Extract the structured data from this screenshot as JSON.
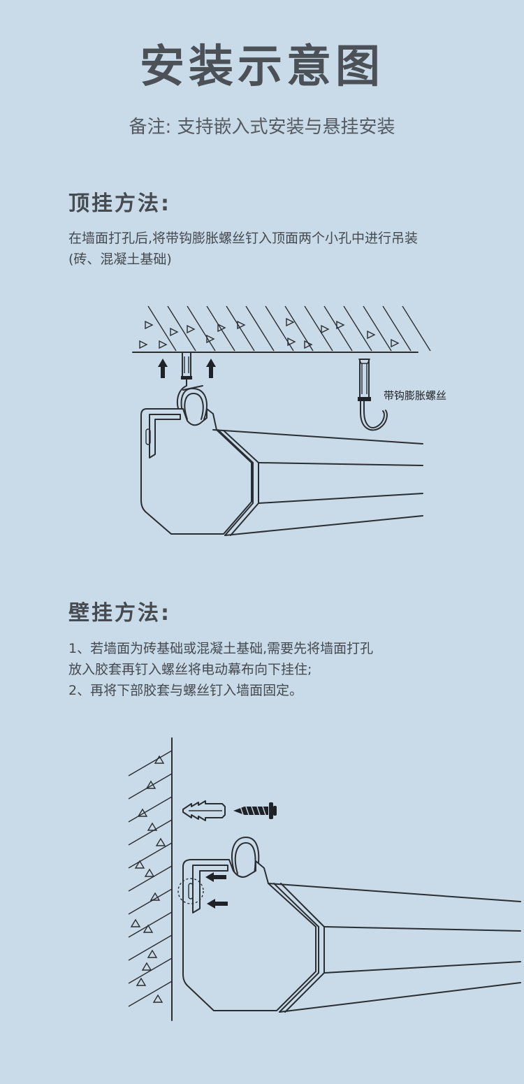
{
  "page": {
    "title": "安装示意图",
    "subtitle": "备注: 支持嵌入式安装与悬挂安装"
  },
  "ceiling": {
    "heading": "顶挂方法:",
    "lines": [
      "在墙面打孔后,将带钩膨胀螺丝钉入顶面两个小孔中进行吊装",
      "(砖、混凝土基础)"
    ],
    "hook_label": "带钩膨胀螺丝"
  },
  "wall": {
    "heading": "壁挂方法:",
    "lines": [
      "1、若墙面为砖基础或混凝土基础,需要先将墙面打孔",
      "放入胶套再钉入螺丝将电动幕布向下挂住;",
      "2、再将下部胶套与螺丝钉入墙面固定。"
    ]
  },
  "colors": {
    "background": "#c9dbe9",
    "line": "#2a2d31",
    "text": "#4a4f55"
  }
}
